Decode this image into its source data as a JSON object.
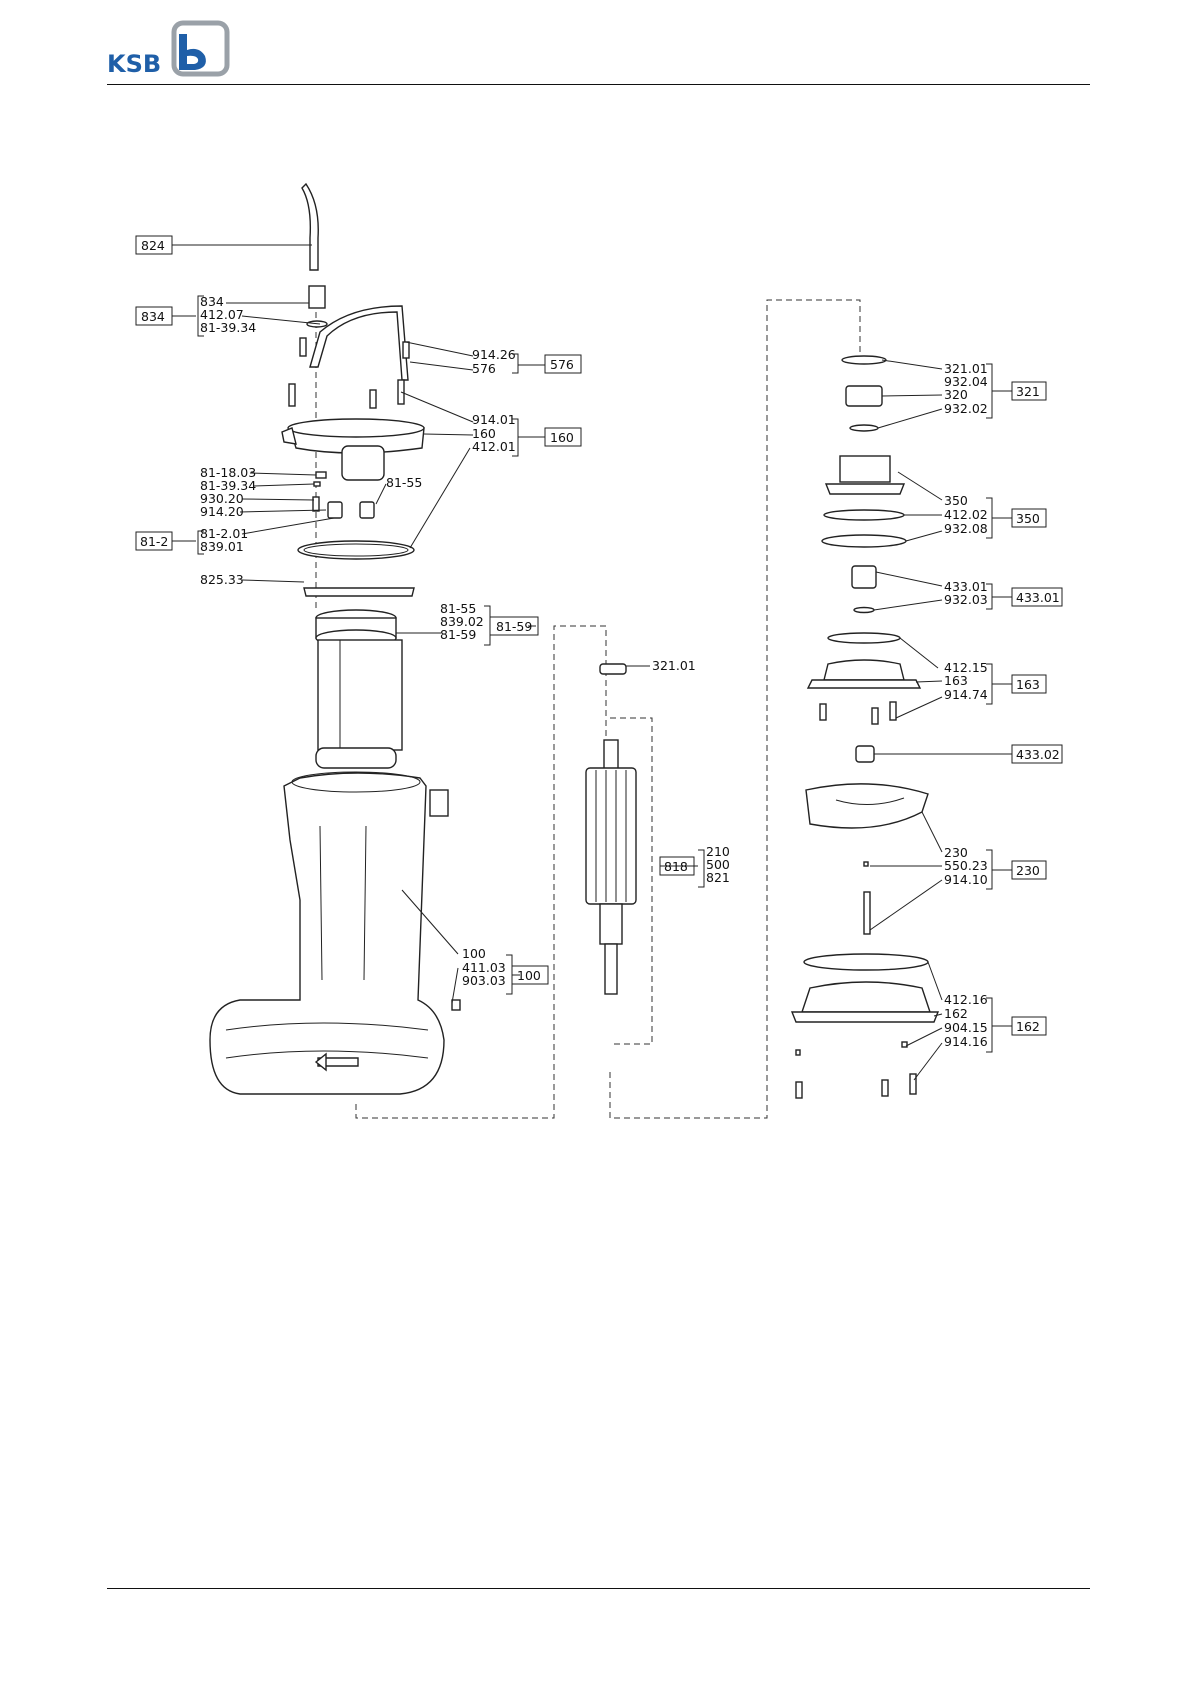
{
  "logo": {
    "text": "KSB",
    "brand_color": "#1f5fa8"
  },
  "groups": [
    {
      "box": "824",
      "items": []
    },
    {
      "box": "834",
      "items": [
        "834",
        "412.07",
        "81-39.34"
      ]
    },
    {
      "box": "576",
      "items": [
        "914.26",
        "576"
      ]
    },
    {
      "box": "160",
      "items": [
        "914.01",
        "160",
        "412.01"
      ]
    },
    {
      "box": "81-2",
      "items": [
        "81-2.01",
        "839.01"
      ]
    },
    {
      "box": "81-59",
      "items": [
        "81-55",
        "839.02",
        "81-59"
      ]
    },
    {
      "box": "818",
      "items": [
        "210",
        "500",
        "821"
      ]
    },
    {
      "box": "100",
      "items": [
        "100",
        "411.03",
        "903.03"
      ]
    },
    {
      "box": "321",
      "items": [
        "321.01",
        "932.04",
        "320",
        "932.02"
      ]
    },
    {
      "box": "350",
      "items": [
        "350",
        "412.02",
        "932.08"
      ]
    },
    {
      "box": "433.01",
      "items": [
        "433.01",
        "932.03"
      ]
    },
    {
      "box": "163",
      "items": [
        "412.15",
        "163",
        "914.74"
      ]
    },
    {
      "box": "433.02",
      "items": []
    },
    {
      "box": "230",
      "items": [
        "230",
        "550.23",
        "914.10"
      ]
    },
    {
      "box": "162",
      "items": [
        "412.16",
        "162",
        "904.15",
        "914.16"
      ]
    }
  ],
  "labels": [
    "81-18.03",
    "81-39.34",
    "930.20",
    "914.20",
    "81-55",
    "825.33",
    "321.01"
  ]
}
